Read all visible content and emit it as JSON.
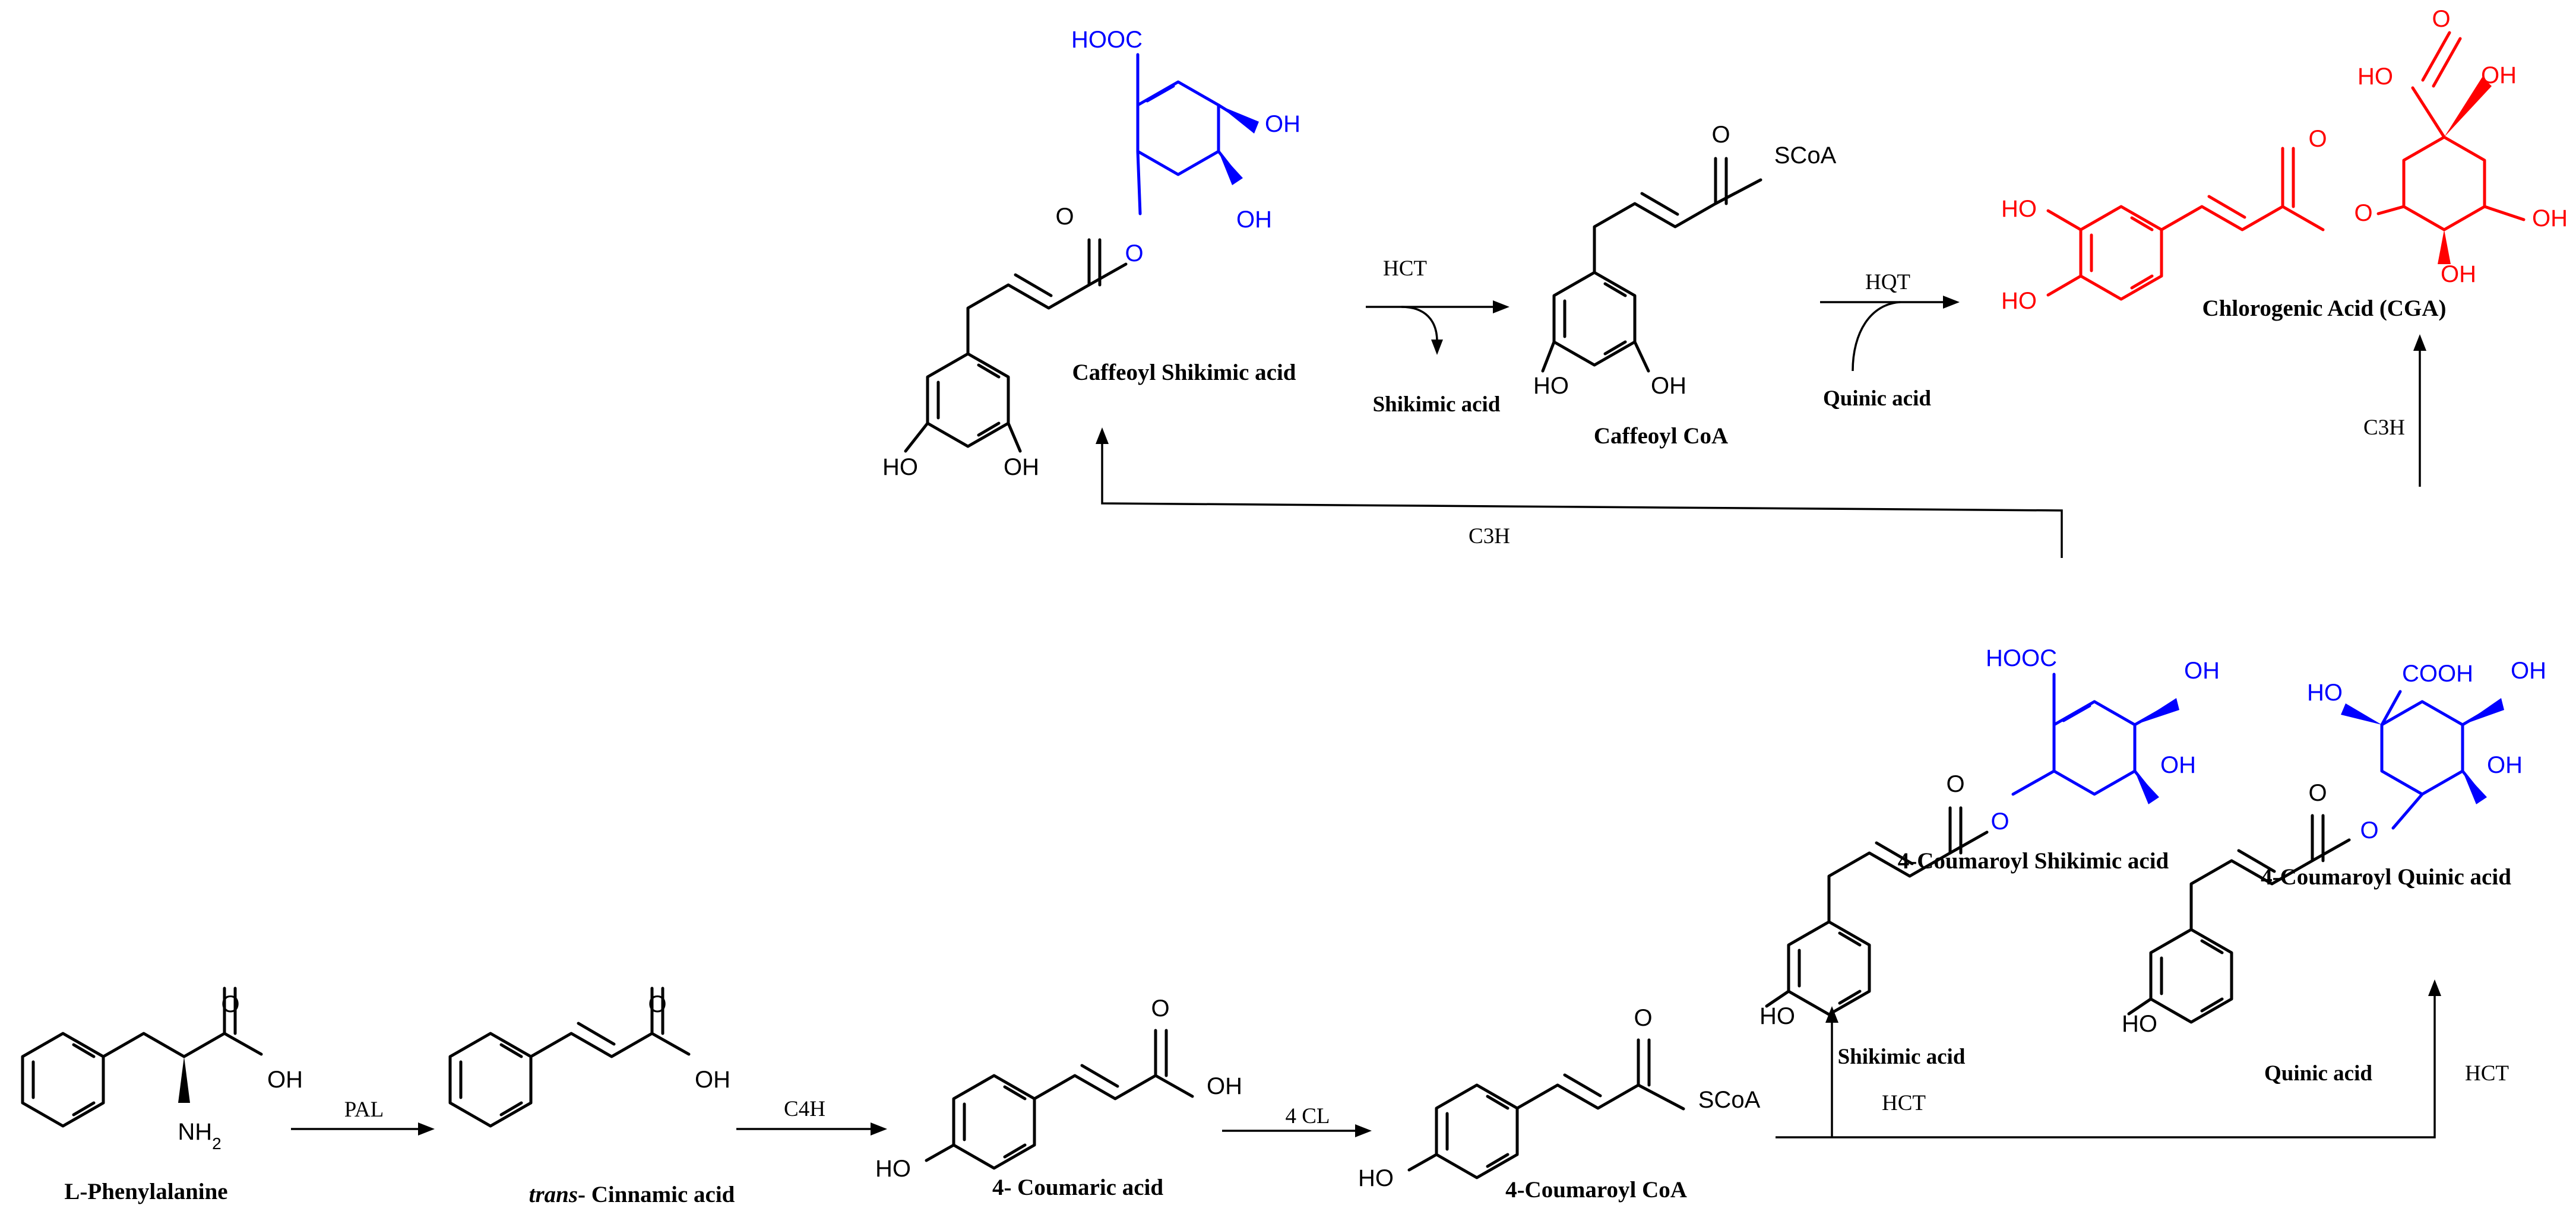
{
  "compounds": {
    "phe": "L-Phenylalanine",
    "cin_italic": "trans",
    "cin_rest": "- Cinnamic acid",
    "cou": "4- Coumaric acid",
    "coucoa": "4-Coumaroyl CoA",
    "coushik": "4-Coumaroyl Shikimic acid",
    "couquin": "4-Coumaroyl Quinic acid",
    "cafshik": "Caffeoyl Shikimic acid",
    "cafcoa": "Caffeoyl CoA",
    "cga": "Chlorogenic Acid (CGA)"
  },
  "enzymes": {
    "pal": "PAL",
    "c4h": "C4H",
    "cl4": "4 CL",
    "hct_shik": "HCT",
    "hct_quin": "HCT",
    "c3h_left": "C3H",
    "c3h_right": "C3H",
    "hct_top": "HCT",
    "hqt": "HQT"
  },
  "cofactors": {
    "shik_in": "Shikimic acid",
    "quin_in": "Quinic acid",
    "shik_out": "Shikimic acid",
    "quin_in_top": "Quinic acid"
  },
  "atoms": {
    "oh": "OH",
    "ho": "HO",
    "o": "O",
    "nh2": "NH",
    "nh2_sub": "2",
    "scoa": "SCoA",
    "cooh": "COOH",
    "hooc": "HOOC"
  },
  "colors": {
    "bond": "#000000",
    "shikimate_quinate": "#0000ff",
    "product": "#ff0000"
  }
}
